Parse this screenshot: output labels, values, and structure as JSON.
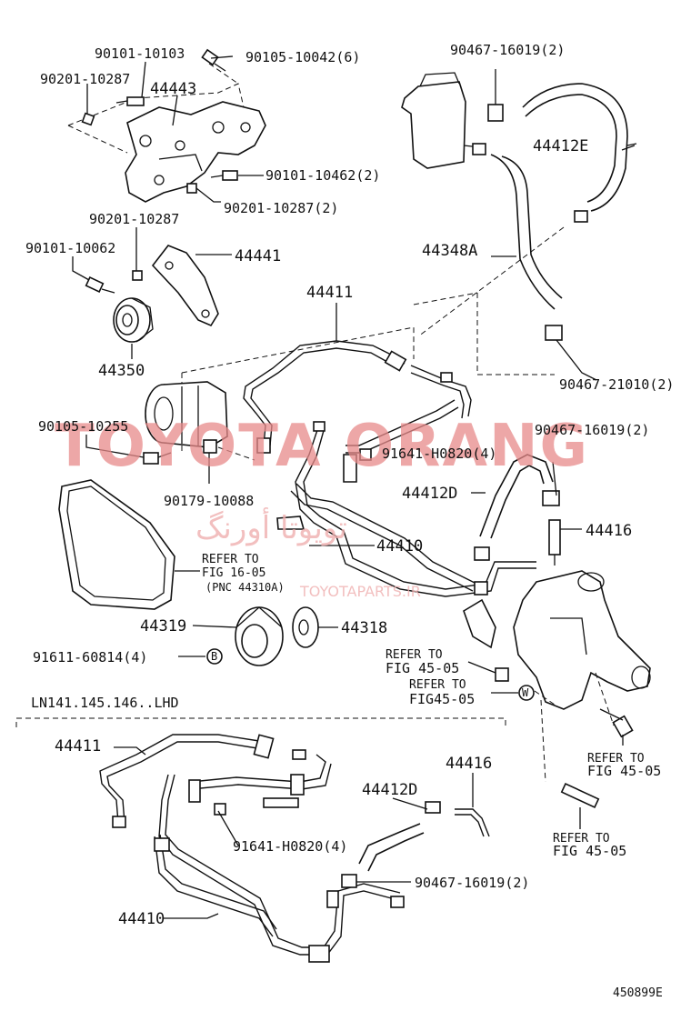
{
  "labels": {
    "p90101_10103": "90101-10103",
    "p90105_10042": "90105-10042(6)",
    "p90201_10287_a": "90201-10287",
    "p44443": "44443",
    "p90101_10462": "90101-10462(2)",
    "p90201_10287_b": "90201-10287(2)",
    "p90201_10287_c": "90201-10287",
    "p90101_10062": "90101-10062",
    "p44441": "44441",
    "p44350": "44350",
    "p44411": "44411",
    "p90467_16019_top": "90467-16019(2)",
    "p44412E": "44412E",
    "p44348A": "44348A",
    "p90467_21010": "90467-21010(2)",
    "p90105_10255": "90105-10255",
    "p91641_H0820": "91641-H0820(4)",
    "p90467_16019_mid": "90467-16019(2)",
    "p90179_10088": "90179-10088",
    "p44412D": "44412D",
    "p44416": "44416",
    "p44410": "44410",
    "refer_16_05_a": "REFER TO",
    "refer_16_05_b": "FIG 16-05",
    "refer_16_05_c": "(PNC 44310A)",
    "p44319": "44319",
    "p44318": "44318",
    "p91611_60814": "91611-60814(4)",
    "circle_b": "B",
    "refer_45_05_a1": "REFER TO",
    "refer_45_05_a2": "FIG 45-05",
    "refer_45_05_b1": "REFER TO",
    "refer_45_05_b2": "FIG45-05",
    "circle_w": "W",
    "refer_45_05_c1": "REFER TO",
    "refer_45_05_c2": "FIG 45-05",
    "refer_45_05_d1": "REFER TO",
    "refer_45_05_d2": "FIG 45-05",
    "variant_note": "LN141.145.146..LHD",
    "v_p44411": "44411",
    "v_p44416": "44416",
    "v_p44412D": "44412D",
    "v_p91641_H0820": "91641-H0820(4)",
    "v_p90467_16019": "90467-16019(2)",
    "v_p44410": "44410",
    "figure_id": "450899E"
  },
  "watermark": {
    "brand": "TOYOTA ORANG",
    "arabic": "تويوتا أورنگ",
    "site": "TOYOTAPARTS.IR"
  }
}
